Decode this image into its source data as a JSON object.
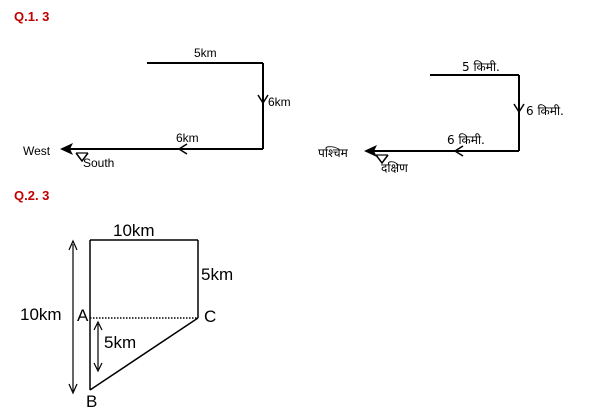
{
  "colors": {
    "question": "#c00000",
    "ink": "#000000"
  },
  "questions": [
    {
      "label": "Q.1. 3"
    },
    {
      "label": "Q.2. 3"
    }
  ],
  "q1_english": {
    "segment_top": "5km",
    "segment_right": "6km",
    "segment_bottom": "6km",
    "direction_west": "West",
    "direction_south": "South"
  },
  "q1_hindi": {
    "segment_top": "5 किमी.",
    "segment_right": "6 किमी.",
    "segment_bottom": "6 किमी.",
    "direction_west": "पश्चिम",
    "direction_south": "दक्षिण"
  },
  "q2": {
    "top_length": "10km",
    "right_length": "5km",
    "left_height": "10km",
    "inner_length": "5km",
    "point_a": "A",
    "point_b": "B",
    "point_c": "C"
  }
}
